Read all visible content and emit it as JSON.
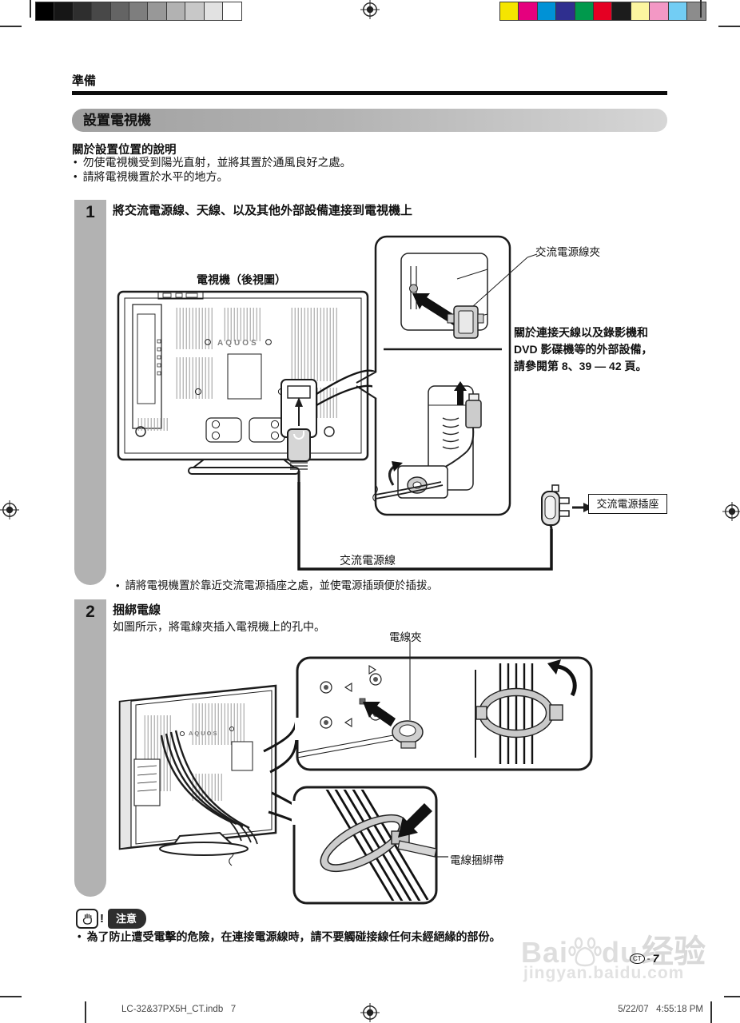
{
  "doc": {
    "section_header": "準備",
    "title": "設置電視機",
    "about": {
      "heading": "關於設置位置的說明",
      "bullets": [
        "勿使電視機受到陽光直射，並將其置於通風良好之處。",
        "請將電視機置於水平的地方。"
      ]
    },
    "step1": {
      "num": "1",
      "title": "將交流電源線、天線、以及其他外部設備連接到電視機上",
      "tv_label": "電視機（後視圖）",
      "brand": "AQUOS",
      "clamp_label": "交流電源線夾",
      "note_lines": [
        "關於連接天線以及錄影機和",
        "DVD 影碟機等的外部設備，",
        "請參閱第 8、39 — 42 頁。"
      ],
      "outlet_label": "交流電源插座",
      "cord_label": "交流電源線",
      "bullet": "請將電視機置於靠近交流電源插座之處，並使電源插頭便於插拔。"
    },
    "step2": {
      "num": "2",
      "title": "捆綁電線",
      "desc": "如圖所示，將電線夾插入電視機上的孔中。",
      "brand": "AQUOS",
      "clip_label": "電線夾",
      "tie_label": "電線捆綁帶"
    },
    "caution": {
      "icon": "hand-stop-icon",
      "bang": "!",
      "label": "注意",
      "bullet": "為了防止遭受電擊的危險，在連接電源線時，請不要觸碰接線任何未經絕緣的部份。"
    },
    "pageno": {
      "prefix": "CT",
      "sep": "-",
      "num": "7"
    },
    "watermark": {
      "part1": "Bai",
      "part2": "du",
      "suffix": "经验",
      "url": "jingyan.baidu.com"
    },
    "footer": {
      "left": "LC-32&37PX5H_CT.indb   7",
      "right": "5/22/07   4:55:18 PM"
    },
    "calibration": {
      "grayscale": [
        "#000000",
        "#161616",
        "#2e2e2e",
        "#484848",
        "#646464",
        "#7e7e7e",
        "#989898",
        "#b2b2b2",
        "#c8c8c8",
        "#e2e2e2",
        "#ffffff"
      ],
      "colors": [
        "#f5e500",
        "#e5007e",
        "#0092d6",
        "#2f2f8f",
        "#00994c",
        "#e50023",
        "#1c1c1c",
        "#fdf6a0",
        "#f398c5",
        "#72cdf4",
        "#8c8c8c"
      ]
    }
  }
}
